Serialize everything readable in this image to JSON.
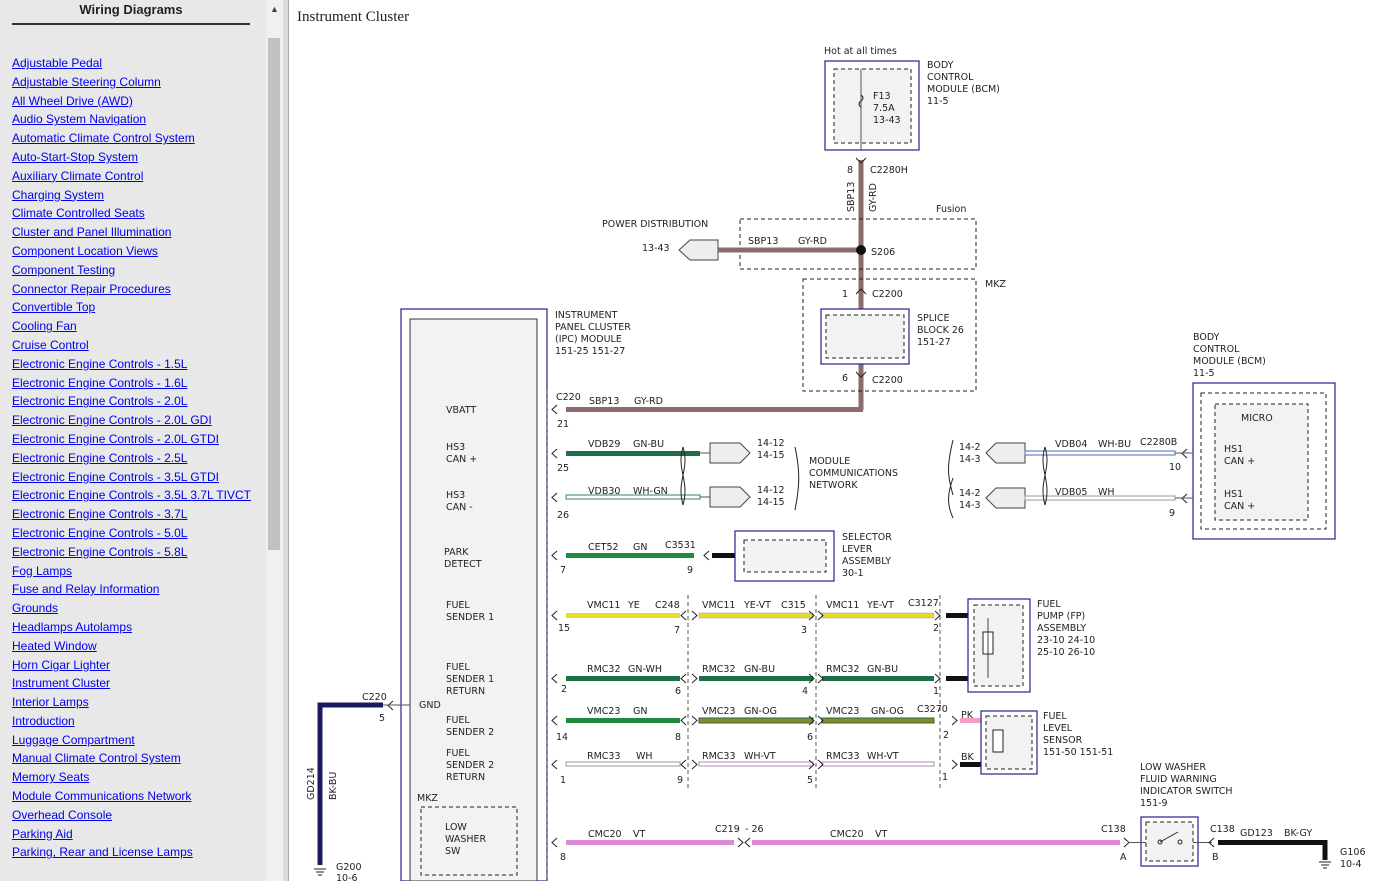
{
  "sidebar": {
    "title": "Wiring Diagrams",
    "items": [
      "Adjustable Pedal",
      "Adjustable Steering Column",
      "All Wheel Drive (AWD)",
      "Audio System  Navigation",
      "Automatic Climate Control System",
      "Auto-Start-Stop System",
      "Auxiliary Climate Control",
      "Charging System",
      "Climate Controlled Seats",
      "Cluster and Panel Illumination",
      "Component Location Views",
      "Component Testing",
      "Connector Repair Procedures",
      "Convertible Top",
      "Cooling Fan",
      "Cruise Control",
      "Electronic Engine Controls - 1.5L",
      "Electronic Engine Controls - 1.6L",
      "Electronic Engine Controls - 2.0L",
      "Electronic Engine Controls - 2.0L GDI",
      "Electronic Engine Controls - 2.0L GTDI",
      "Electronic Engine Controls - 2.5L",
      "Electronic Engine Controls - 3.5L GTDI",
      "Electronic Engine Controls - 3.5L  3.7L TIVCT",
      "Electronic Engine Controls - 3.7L",
      "Electronic Engine Controls - 5.0L",
      "Electronic Engine Controls - 5.8L",
      "Fog Lamps",
      "Fuse and Relay Information",
      "Grounds",
      "Headlamps  Autolamps",
      "Heated Window",
      "Horn  Cigar Lighter",
      "Instrument Cluster",
      "Interior Lamps",
      "Introduction",
      "Luggage Compartment",
      "Manual Climate Control System",
      "Memory Seats",
      "Module Communications Network",
      "Overhead Console",
      "Parking Aid",
      "Parking, Rear and License Lamps"
    ]
  },
  "main": {
    "title": "Instrument Cluster"
  },
  "diagram": {
    "hot": "Hot at all times",
    "bcm_top": [
      "BODY",
      "CONTROL",
      "MODULE (BCM)",
      "11-5"
    ],
    "fuse": [
      "F13",
      "7.5A",
      "13-43"
    ],
    "c2280h_pin": "8",
    "c2280h": "C2280H",
    "sbp13": "SBP13",
    "gyrd": "GY-RD",
    "fusion": "Fusion",
    "mkz": "MKZ",
    "power_dist": "POWER DISTRIBUTION",
    "pd_ref": "13-43",
    "s206": "S206",
    "c2200": "C2200",
    "c2200_pin1": "1",
    "c2200_pin6": "6",
    "splice": [
      "SPLICE",
      "BLOCK 26",
      "151-27"
    ],
    "ipc": [
      "INSTRUMENT",
      "PANEL CLUSTER",
      "(IPC) MODULE",
      "151-25    151-27"
    ],
    "c220": "C220",
    "c220_pin21": "21",
    "pins": {
      "vbatt": [
        "VBATT"
      ],
      "hs3p": [
        "HS3",
        "CAN +"
      ],
      "hs3m": [
        "HS3",
        "CAN -"
      ],
      "park": [
        "PARK",
        "DETECT"
      ],
      "fs1": [
        "FUEL",
        "SENDER 1"
      ],
      "fs1r": [
        "FUEL",
        "SENDER 1",
        "RETURN"
      ],
      "gnd": [
        "GND"
      ],
      "fs2": [
        "FUEL",
        "SENDER 2"
      ],
      "fs2r": [
        "FUEL",
        "SENDER 2",
        "RETURN"
      ],
      "mkz2": [
        "MKZ"
      ],
      "washer": [
        "LOW",
        "WASHER",
        "SW"
      ]
    },
    "vdb29": "VDB29",
    "gnbu": "GN-BU",
    "vdb30": "VDB30",
    "whgn": "WH-GN",
    "ref1412": "14-12",
    "ref1415": "14-15",
    "mcn": [
      "MODULE",
      "COMMUNICATIONS",
      "NETWORK"
    ],
    "ref142": "14-2",
    "ref143": "14-3",
    "vdb04": "VDB04",
    "whbu": "WH-BU",
    "c2280b": "C2280B",
    "vdb05": "VDB05",
    "wh": "WH",
    "bcm_right": [
      "BODY",
      "CONTROL",
      "MODULE (BCM)",
      "11-5"
    ],
    "micro": "MICRO",
    "hs1p": [
      "HS1",
      "CAN +"
    ],
    "hs1m": [
      "HS1",
      "CAN +"
    ],
    "pin10": "10",
    "pin9": "9",
    "pin25": "25",
    "pin26": "26",
    "cet52": "CET52",
    "gn": "GN",
    "c3531": "C3531",
    "pin7": "7",
    "selector": [
      "SELECTOR",
      "LEVER",
      "ASSEMBLY",
      "30-1"
    ],
    "vmc11": "VMC11",
    "ye": "YE",
    "c248": "C248",
    "yevt": "YE-VT",
    "c315": "C315",
    "c3127": "C3127",
    "pin15": "15",
    "pin3": "3",
    "pin2": "2",
    "fuelpump": [
      "FUEL",
      "PUMP (FP)",
      "ASSEMBLY",
      "23-10    24-10",
      "25-10    26-10"
    ],
    "rmc32": "RMC32",
    "gnwh": "GN-WH",
    "pin6": "6",
    "pin4": "4",
    "pin1": "1",
    "c220b": "C220",
    "pin5": "5",
    "vmc23": "VMC23",
    "gnog": "GN-OG",
    "c3270": "C3270",
    "pk": "PK",
    "pin14": "14",
    "pin8": "8",
    "fls": [
      "FUEL",
      "LEVEL",
      "SENSOR",
      "151-50    151-51"
    ],
    "rmc33": "RMC33",
    "whvt": "WH-VT",
    "bk": "BK",
    "gd214": "GD214",
    "bkbu": "BK-BU",
    "g200": "G200",
    "g200ref": "10-6",
    "lwf": [
      "LOW WASHER",
      "FLUID WARNING",
      "INDICATOR SWITCH",
      "151-9"
    ],
    "cmc20": "CMC20",
    "vt": "VT",
    "c219": "C219",
    "c219pin": "- 26",
    "c138": "C138",
    "pinA": "A",
    "pinB": "B",
    "gd123": "GD123",
    "bkgy": "BK-GY",
    "g106": "G106",
    "g106ref": "10-4"
  }
}
